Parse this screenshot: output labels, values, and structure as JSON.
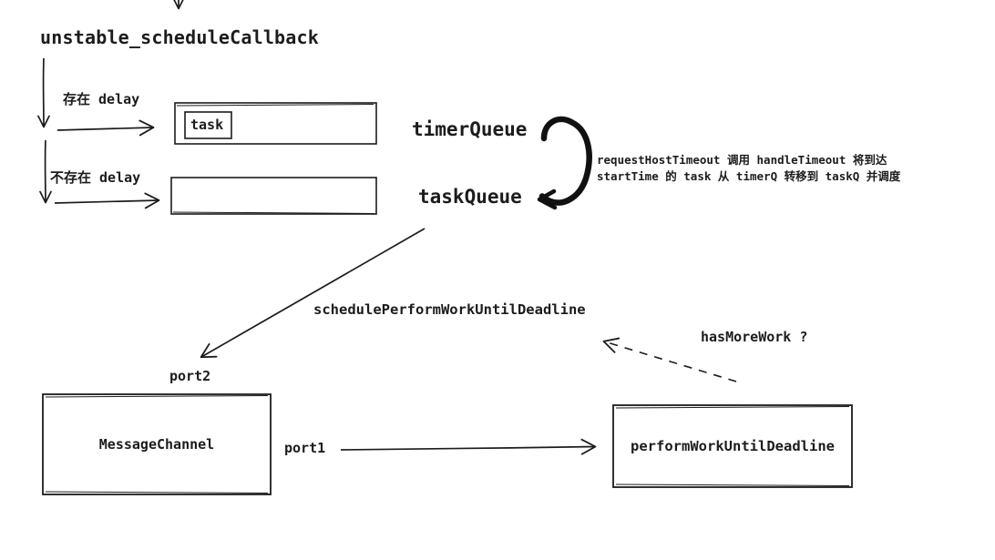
{
  "diagram": {
    "title": "unstable_scheduleCallback",
    "branches": {
      "delay_exists": "存在 delay",
      "delay_missing": "不存在 delay"
    },
    "queues": {
      "task_item": "task",
      "timer_queue": "timerQueue",
      "task_queue": "taskQueue"
    },
    "annotation": {
      "line1": "requestHostTimeout 调用 handleTimeout 将到达",
      "line2": "startTime 的 task 从 timerQ 转移到 taskQ 并调度"
    },
    "flow": {
      "schedule_perform_work": "schedulePerformWorkUntilDeadline",
      "has_more_work": "hasMoreWork ?",
      "port2": "port2",
      "port1": "port1"
    },
    "nodes": {
      "message_channel": "MessageChannel",
      "perform_work_until_deadline": "performWorkUntilDeadline"
    },
    "colors": {
      "ink": "#1c1c1c",
      "background": "#ffffff"
    }
  }
}
